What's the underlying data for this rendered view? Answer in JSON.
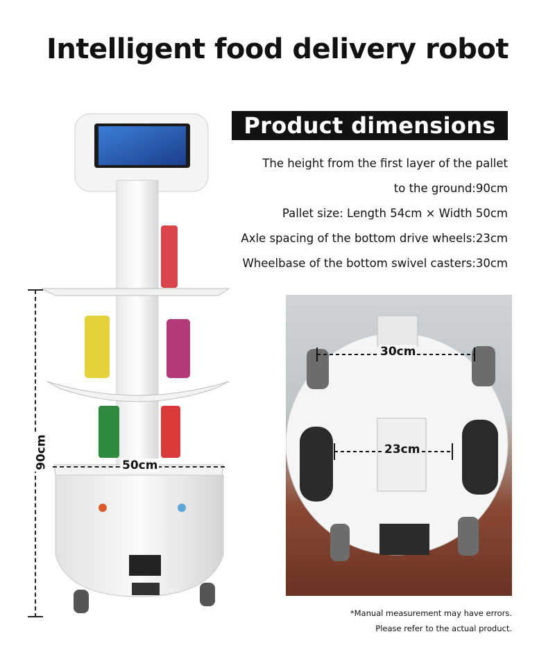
{
  "page_title": "Intelligent food delivery robot",
  "section_title": "Product dimensions",
  "specs": [
    "The height from the first layer of the pallet",
    "to the ground:90cm",
    "Pallet size: Length 54cm × Width 50cm",
    "Axle spacing of the bottom drive wheels:23cm",
    "Wheelbase of the bottom swivel casters:30cm"
  ],
  "robot_labels": {
    "height": "90cm",
    "width": "50cm"
  },
  "photo_labels": {
    "caster_spacing": "30cm",
    "drive_wheel_spacing": "23cm"
  },
  "notes": [
    "*Manual measurement may have errors.",
    "Please refer to the actual product."
  ]
}
